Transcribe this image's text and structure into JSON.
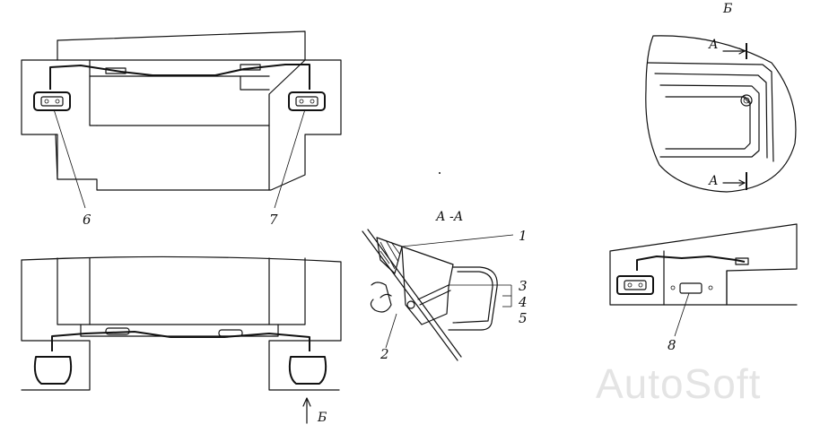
{
  "callouts": {
    "n1": "1",
    "n2": "2",
    "n3": "3",
    "n4": "4",
    "n5": "5",
    "n6": "6",
    "n7": "7",
    "n8": "8"
  },
  "section": {
    "title": "А -А",
    "marker_a_top": "А",
    "marker_a_bottom": "А",
    "view_b_title": "Б",
    "view_b_arrow": "Б"
  },
  "watermark": "AutoSoft"
}
